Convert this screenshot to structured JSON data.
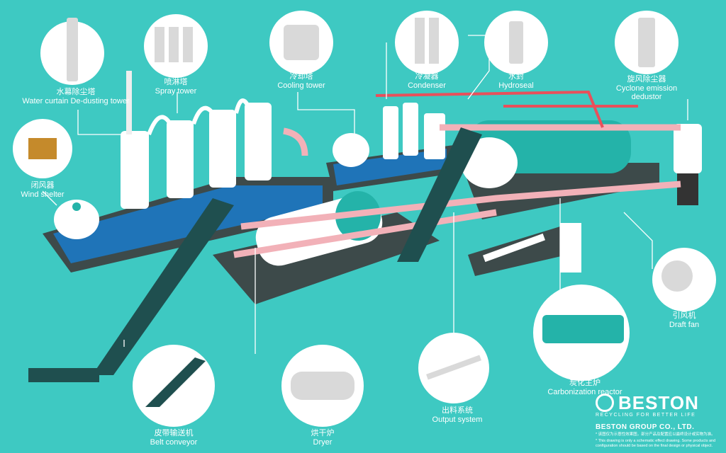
{
  "labels": {
    "water_curtain": {
      "zh": "水幕除尘塔",
      "en": "Water curtain De-dusting tower"
    },
    "spray_tower": {
      "zh": "喷淋塔",
      "en": "Spray tower"
    },
    "cooling_tower": {
      "zh": "冷却塔",
      "en": "Cooling tower"
    },
    "condenser": {
      "zh": "冷凝器",
      "en": "Condenser"
    },
    "hydroseal": {
      "zh": "水封",
      "en": "Hydroseal"
    },
    "cyclone": {
      "zh": "旋风除尘器",
      "en": "Cyclone emission",
      "en2": "dedustor"
    },
    "wind_shelter": {
      "zh": "闭风器",
      "en": "Wind shelter"
    },
    "draft_fan": {
      "zh": "引风机",
      "en": "Draft fan"
    },
    "carbonization": {
      "zh": "炭化主炉",
      "en": "Carbonization reactor"
    },
    "output": {
      "zh": "出料系统",
      "en": "Output system"
    },
    "dryer": {
      "zh": "烘干炉",
      "en": "Dryer"
    },
    "belt": {
      "zh": "皮带输送机",
      "en": "Belt conveyor"
    }
  },
  "brand": {
    "name": "BESTON",
    "tagline": "RECYCLING FOR BETTER LIFE",
    "group": "BESTON GROUP CO., LTD.",
    "note_zh": "* 该图仅为示意性效果图，部分产品及配置应以最终设计或实物为准。",
    "note_en": "* This drawing is only a schematic effect drawing. Some products and configuration should be based on the final design or physical object."
  },
  "colors": {
    "background": "#3ec9c2",
    "pipe": "#f2b1b8",
    "rail": "#e8505b",
    "conveyor": "#1f4f4f",
    "machine": "#ffffff",
    "accent": "#24b3a9"
  }
}
